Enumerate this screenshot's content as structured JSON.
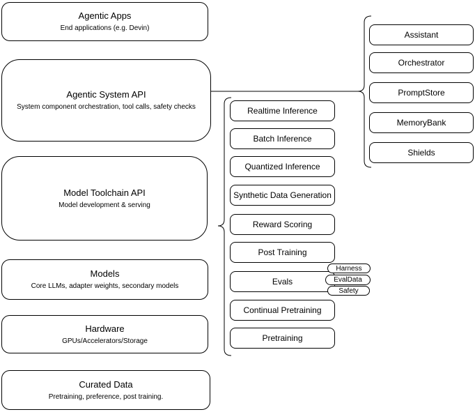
{
  "canvas": {
    "background": "#ffffff",
    "stroke_color": "#000000",
    "text_color": "#000000"
  },
  "layers": [
    {
      "title": "Agentic Apps",
      "subtitle": "End applications (e.g. Devin)"
    },
    {
      "title": "Agentic System API",
      "subtitle": "System component orchestration, tool calls, safety checks"
    },
    {
      "title": "Model Toolchain API",
      "subtitle": "Model development & serving"
    },
    {
      "title": "Models",
      "subtitle": "Core LLMs, adapter weights, secondary models"
    },
    {
      "title": "Hardware",
      "subtitle": "GPUs/Accelerators/Storage"
    },
    {
      "title": "Curated Data",
      "subtitle": "Pretraining, preference, post training."
    }
  ],
  "toolchain_components": [
    "Realtime Inference",
    "Batch Inference",
    "Quantized Inference",
    "Synthetic Data Generation",
    "Reward Scoring",
    "Post Training",
    "Evals",
    "Continual Pretraining",
    "Pretraining"
  ],
  "evals_tags": [
    "Harness",
    "EvalData",
    "Safety"
  ],
  "system_components": [
    "Assistant",
    "Orchestrator",
    "PromptStore",
    "MemoryBank",
    "Shields"
  ]
}
